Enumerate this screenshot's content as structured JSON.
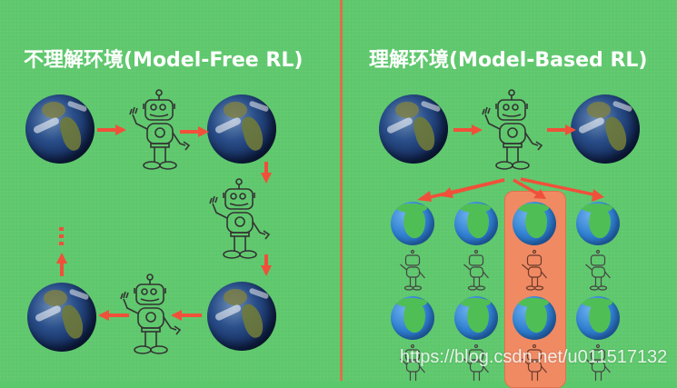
{
  "left_panel": {
    "title": "不理解环境(Model-Free RL)",
    "flow": [
      "earth",
      "robot",
      "earth",
      "robot",
      "earth",
      "robot",
      "earth",
      "..."
    ]
  },
  "right_panel": {
    "title": "理解环境(Model-Based RL)",
    "top_flow": [
      "earth",
      "robot",
      "earth"
    ],
    "simulated_columns": 4,
    "simulated_rows": 2,
    "highlighted_column": 3
  },
  "watermark": "https://blog.csdn.net/u011517132",
  "colors": {
    "background": "#5dc76b",
    "divider": "#d9734a",
    "arrow": "#f0503a",
    "highlight": "#f08a63",
    "title_text": "#ffffff"
  }
}
